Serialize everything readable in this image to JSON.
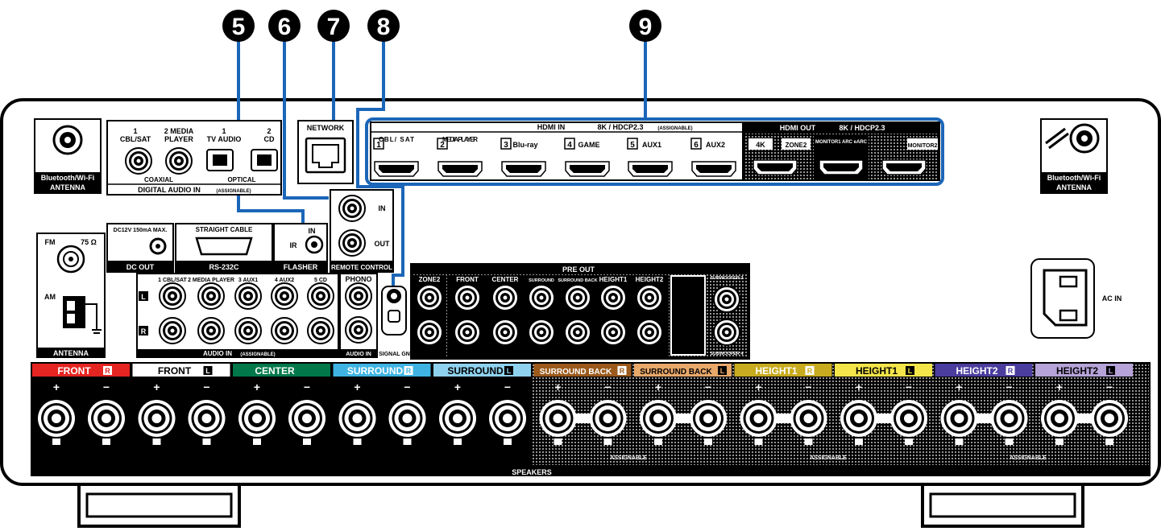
{
  "callouts": [
    "5",
    "6",
    "7",
    "8",
    "9"
  ],
  "antenna_bt": {
    "label": "Bluetooth/Wi-Fi",
    "sub": "ANTENNA"
  },
  "digital_audio": {
    "inputs": [
      {
        "num": "1",
        "name": "CBL/SAT"
      },
      {
        "num": "2 MEDIA",
        "name": "PLAYER"
      },
      {
        "num": "1",
        "name": "TV AUDIO"
      },
      {
        "num": "2",
        "name": "CD"
      }
    ],
    "coaxial": "COAXIAL",
    "optical": "OPTICAL",
    "title": "DIGITAL AUDIO IN",
    "assignable": "(ASSIGNABLE)"
  },
  "network": "NETWORK",
  "hdmi_in": {
    "title": "HDMI IN",
    "spec": "8K / HDCP2.3",
    "assignable": "(ASSIGNABLE)",
    "ports": [
      {
        "num": "1",
        "name": "CBL/ SAT"
      },
      {
        "num": "2",
        "name": "MEDIA PLAYER"
      },
      {
        "num": "3",
        "name": "Blu-ray"
      },
      {
        "num": "4",
        "name": "GAME"
      },
      {
        "num": "5",
        "name": "AUX1"
      },
      {
        "num": "6",
        "name": "AUX2"
      }
    ]
  },
  "hdmi_out": {
    "title": "HDMI OUT",
    "spec": "8K / HDCP2.3",
    "ports": [
      "4K",
      "ZONE2",
      "MONITOR1 ARC eARC",
      "MONITOR2"
    ]
  },
  "dc_out": {
    "spec": "DC12V 150mA MAX.",
    "label": "DC OUT"
  },
  "rs232c": {
    "top": "STRAIGHT CABLE",
    "label": "RS-232C"
  },
  "flasher": {
    "in": "IN",
    "ir": "IR",
    "label": "FLASHER"
  },
  "remote": {
    "in": "IN",
    "out": "OUT",
    "label": "REMOTE CONTROL"
  },
  "fm_am": {
    "fm": "FM",
    "ohm": "75 Ω",
    "am": "AM",
    "label": "ANTENNA"
  },
  "audio_in": {
    "headers": [
      "1 CBL/SAT",
      "2 MEDIA PLAYER",
      "3 AUX1",
      "4 AUX2",
      "5 CD"
    ],
    "l": "L",
    "r": "R",
    "title": "AUDIO IN",
    "assignable": "(ASSIGNABLE)",
    "phono": "PHONO",
    "phono_label": "AUDIO IN",
    "signal_gnd": "SIGNAL GND"
  },
  "pre_out": {
    "title": "PRE OUT",
    "channels": [
      "ZONE2",
      "FRONT",
      "CENTER",
      "SURROUND",
      "SURROUND BACK",
      "HEIGHT1",
      "HEIGHT2"
    ],
    "subs": [
      "SUBWOOFER 1",
      "SUBWOOFER 2",
      "SUBWOOFER 3",
      "SUBWOOFER 4"
    ]
  },
  "ac_in": "AC IN",
  "speakers": {
    "label": "SPEAKERS",
    "assignable": "ASSIGNABLE",
    "channels": [
      {
        "name": "FRONT",
        "side": "R",
        "color": "#e52521"
      },
      {
        "name": "FRONT",
        "side": "L",
        "color": "#ffffff"
      },
      {
        "name": "CENTER",
        "side": "",
        "color": "#00784a"
      },
      {
        "name": "SURROUND",
        "side": "R",
        "color": "#3fb4e3"
      },
      {
        "name": "SURROUND",
        "side": "L",
        "color": "#8fd2ef"
      },
      {
        "name": "SURROUND BACK",
        "side": "R",
        "color": "#9b5a1c"
      },
      {
        "name": "SURROUND BACK",
        "side": "L",
        "color": "#e8a86a"
      },
      {
        "name": "HEIGHT1",
        "side": "R",
        "color": "#c8ab1e"
      },
      {
        "name": "HEIGHT1",
        "side": "L",
        "color": "#f4e54a"
      },
      {
        "name": "HEIGHT2",
        "side": "R",
        "color": "#4b3d9e"
      },
      {
        "name": "HEIGHT2",
        "side": "L",
        "color": "#b6a3d8"
      }
    ]
  },
  "colors": {
    "callout_line": "#1b66b8",
    "panel": "#000000"
  }
}
